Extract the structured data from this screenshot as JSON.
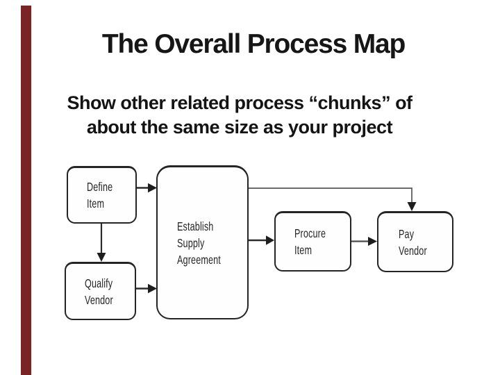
{
  "slide": {
    "title": "The Overall Process Map",
    "subtitle_line1": "Show other related process “chunks” of",
    "subtitle_line2": "about the same size as your project"
  },
  "theme": {
    "accent_bar_color": "#7a2424",
    "background_color": "#ffffff",
    "ink_color": "#161616"
  },
  "diagram": {
    "nodes": [
      {
        "id": "define-item",
        "lines": [
          "Define",
          "Item"
        ]
      },
      {
        "id": "qualify-vendor",
        "lines": [
          "Qualify",
          "Vendor"
        ]
      },
      {
        "id": "establish-supply-agreement",
        "lines": [
          "Establish",
          "Supply",
          "Agreement"
        ]
      },
      {
        "id": "procure-item",
        "lines": [
          "Procure",
          "Item"
        ]
      },
      {
        "id": "pay-vendor",
        "lines": [
          "Pay",
          "Vendor"
        ]
      }
    ],
    "edges": [
      {
        "from": "define-item",
        "to": "establish-supply-agreement"
      },
      {
        "from": "define-item",
        "to": "qualify-vendor"
      },
      {
        "from": "qualify-vendor",
        "to": "establish-supply-agreement"
      },
      {
        "from": "establish-supply-agreement",
        "to": "procure-item"
      },
      {
        "from": "establish-supply-agreement",
        "to": "pay-vendor"
      },
      {
        "from": "procure-item",
        "to": "pay-vendor"
      }
    ]
  }
}
